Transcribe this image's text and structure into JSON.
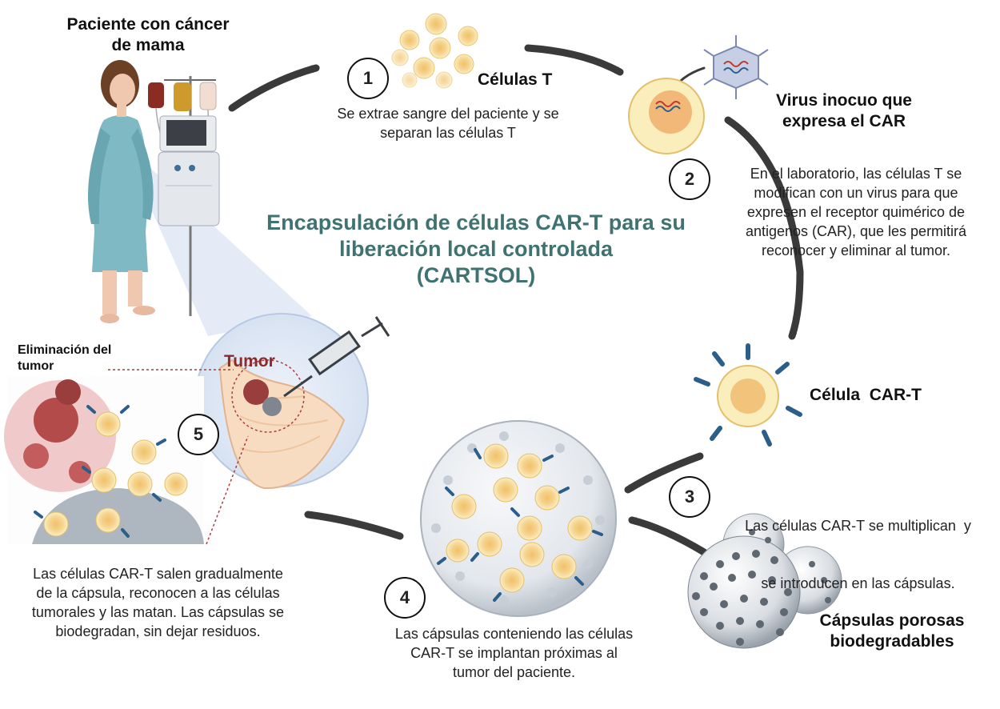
{
  "title": {
    "line1": "Encapsulación de células CAR-T para su",
    "line2": "liberación local controlada",
    "line3": "(CARTSOL)"
  },
  "labels": {
    "patient_line1": "Paciente con cáncer",
    "patient_line2": "de mama",
    "t_cells": "Células T",
    "virus_line1": "Virus inocuo que",
    "virus_line2": "expresa el CAR",
    "car_t_cell": "Célula  CAR-T",
    "capsules_line1": "Cápsulas porosas",
    "capsules_line2": "biodegradables",
    "tumor": "Tumor",
    "elimination_line1": "Eliminación del",
    "elimination_line2": "tumor"
  },
  "steps": [
    {
      "number": "1",
      "lines": [
        "Se extrae sangre del paciente y se",
        "separan las células T"
      ]
    },
    {
      "number": "2",
      "lines": [
        "En el laboratorio, las células T se",
        "modifican con un virus para que",
        "expresen el receptor quimérico de",
        "antigenos (CAR), que les permitirá",
        "reconocer y eliminar al tumor."
      ]
    },
    {
      "number": "3",
      "lines": [
        "Las células CAR-T se multiplican  y",
        "se introducen en las cápsulas."
      ]
    },
    {
      "number": "4",
      "lines": [
        "Las cápsulas conteniendo las células",
        "CAR-T se implantan próximas al",
        "tumor del paciente."
      ]
    },
    {
      "number": "5",
      "lines": [
        "Las células CAR-T salen gradualmente",
        "de la cápsula, reconocen a las células",
        "tumorales y las matan. Las cápsulas se",
        "biodegradan, sin dejar residuos."
      ]
    }
  ],
  "colors": {
    "title_teal": "#3f7371",
    "arrow": "#3a3a3a",
    "tumor_label": "#8b2a2a",
    "cell_yellow": "#f6e3a3",
    "cell_core": "#f2c66e",
    "car_blue": "#2b5f8a"
  }
}
